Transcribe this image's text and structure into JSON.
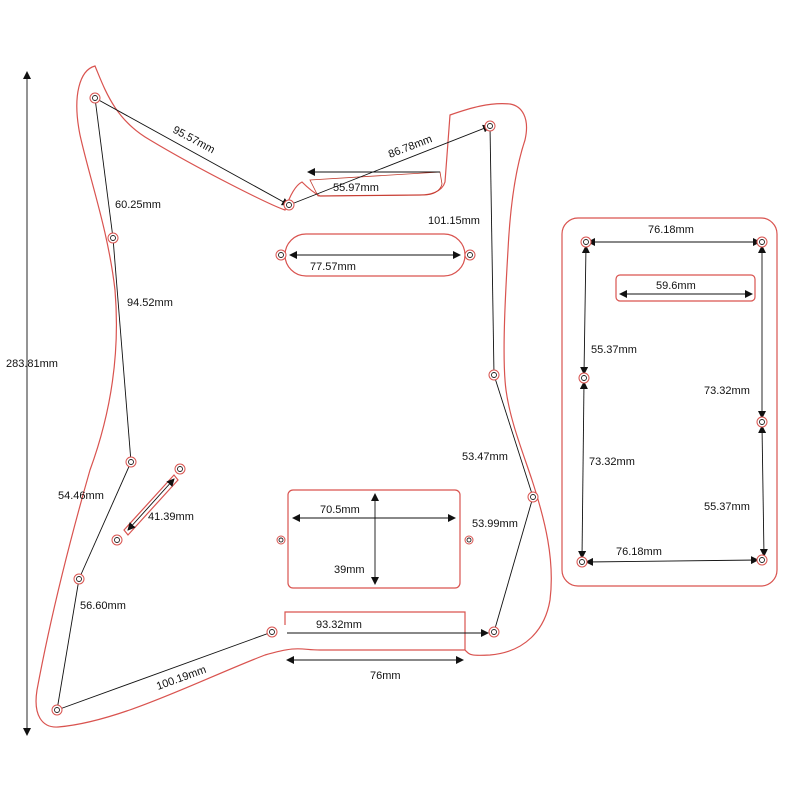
{
  "diagram": {
    "overall_height": "283.81mm",
    "pickguard": {
      "top_left_to_center": "95.57mm",
      "center_to_top_right": "86.78mm",
      "neck_notch": "55.97mm",
      "left_upper": "60.25mm",
      "right_upper": "101.15mm",
      "neck_pickup": "77.57mm",
      "left_middle": "94.52mm",
      "right_middle": "53.47mm",
      "left_lower": "54.46mm",
      "switch_slot": "41.39mm",
      "bridge_pickup_width": "70.5mm",
      "bridge_pickup_height": "39mm",
      "right_lower": "53.99mm",
      "control_span": "93.32mm",
      "control_bottom": "76mm",
      "left_bottom": "56.60mm",
      "bottom_edge": "100.19mm"
    },
    "back_plate": {
      "top_width": "76.18mm",
      "slot_width": "59.6mm",
      "left_upper": "55.37mm",
      "right_upper": "73.32mm",
      "left_lower": "73.32mm",
      "right_lower": "55.37mm",
      "bottom_width": "76.18mm"
    }
  }
}
